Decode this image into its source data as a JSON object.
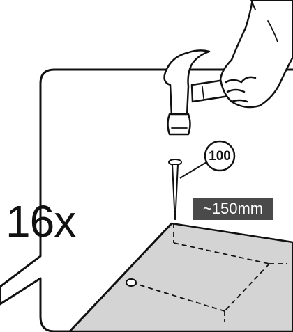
{
  "callout": {
    "count": "16x",
    "part_number": "100",
    "dimension": "~150mm"
  },
  "colors": {
    "outline": "#111111",
    "board_fill": "#d4d4d4",
    "dimension_box": "#4a4a4a",
    "dimension_text": "#ffffff"
  },
  "icons": [
    "hand-icon",
    "hammer-icon",
    "nail-icon",
    "board-icon",
    "nail-hole-icon"
  ]
}
